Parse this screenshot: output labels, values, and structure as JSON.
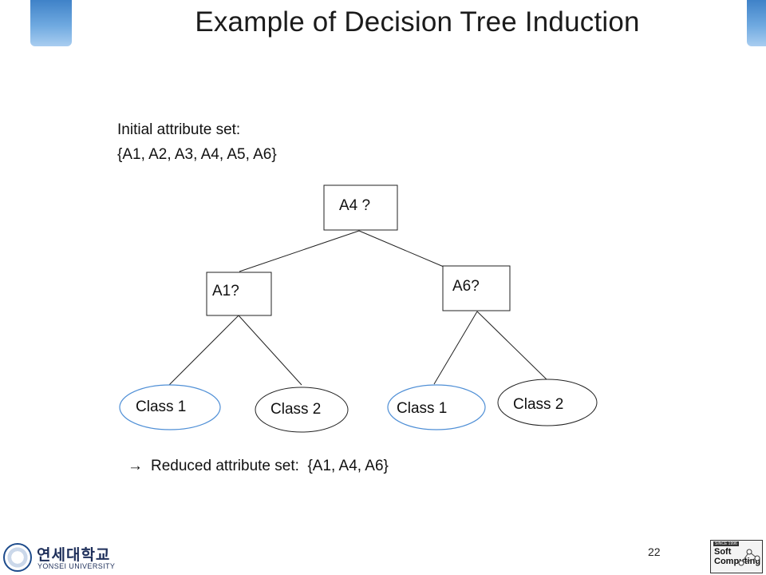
{
  "slide": {
    "title": "Example of Decision Tree Induction",
    "initial_label": "Initial attribute set:",
    "initial_set": "{A1, A2, A3, A4, A5, A6}",
    "reduced_arrow": "→",
    "reduced_text": "Reduced attribute set:  {A1, A4, A6}",
    "page_number": "22"
  },
  "tree": {
    "root": "A4 ?",
    "left": "A1?",
    "right": "A6?",
    "leaves": [
      "Class 1",
      "Class 2",
      "Class 1",
      "Class 2"
    ]
  },
  "footer": {
    "university_korean": "연세대학교",
    "university_english": "YONSEI UNIVERSITY",
    "lab_logo_line1": "Soft",
    "lab_logo_line2": "Computing",
    "lab_logo_since": "SINCE 1996"
  },
  "colors": {
    "accent_blue": "#3f82c8",
    "highlight_leaf_border": "#4f8fd6"
  }
}
